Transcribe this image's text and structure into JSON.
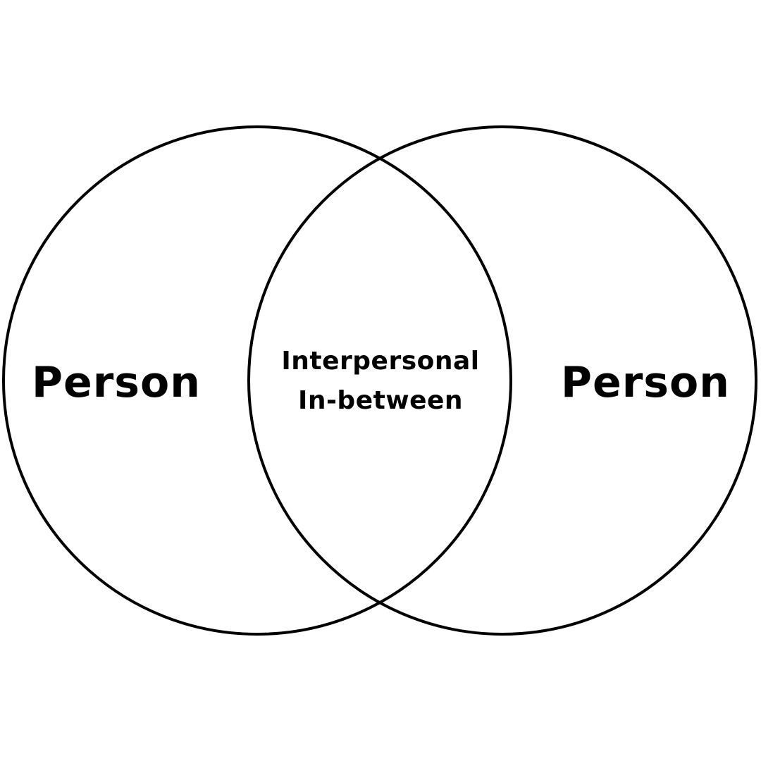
{
  "diagram": {
    "type": "venn",
    "stroke_color": "#000000",
    "background_color": "#ffffff",
    "left_label": "Person",
    "right_label": "Person",
    "overlap_label_line1": "Interpersonal",
    "overlap_label_line2": "In-between"
  }
}
